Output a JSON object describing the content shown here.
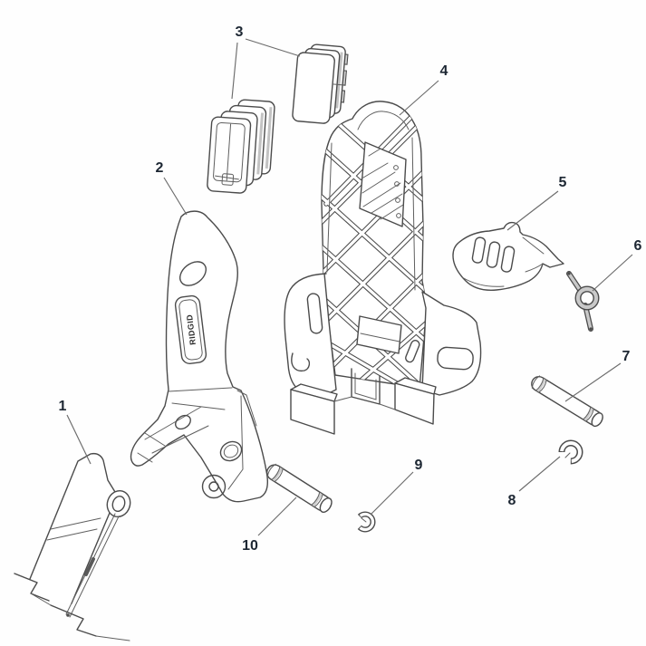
{
  "diagram": {
    "background_color": "#fefefe",
    "line_color": "#4b4b4b",
    "callout_color": "#1d2733",
    "brand_logo_text": "RIDGID",
    "callouts": [
      {
        "number": "1"
      },
      {
        "number": "2"
      },
      {
        "number": "3"
      },
      {
        "number": "4"
      },
      {
        "number": "5"
      },
      {
        "number": "6"
      },
      {
        "number": "7"
      },
      {
        "number": "8"
      },
      {
        "number": "9"
      },
      {
        "number": "10"
      }
    ]
  }
}
